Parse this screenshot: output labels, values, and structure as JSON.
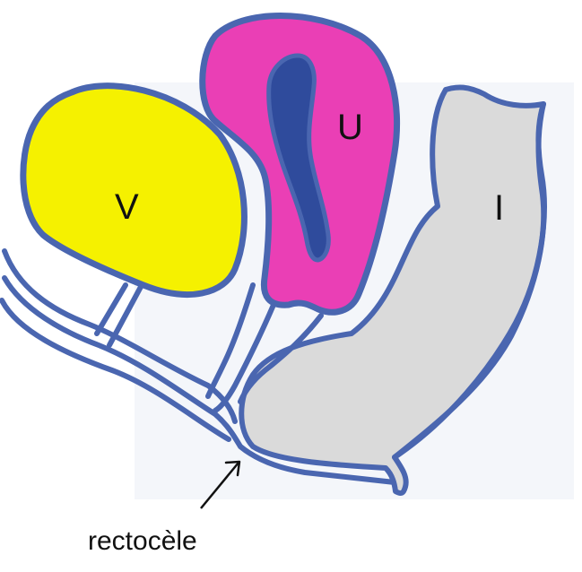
{
  "labels": {
    "bladder": "V",
    "uterus": "U",
    "intestine": "I",
    "annotation": "rectocèle"
  },
  "colors": {
    "outline": "#4a66b0",
    "bladder_fill": "#f5f100",
    "uterus_fill": "#ea3fb5",
    "uterine_cavity": "#2f4b9c",
    "rectum_fill": "#dadada",
    "background_panel": "#f4f6fa",
    "arrow": "#111111"
  }
}
